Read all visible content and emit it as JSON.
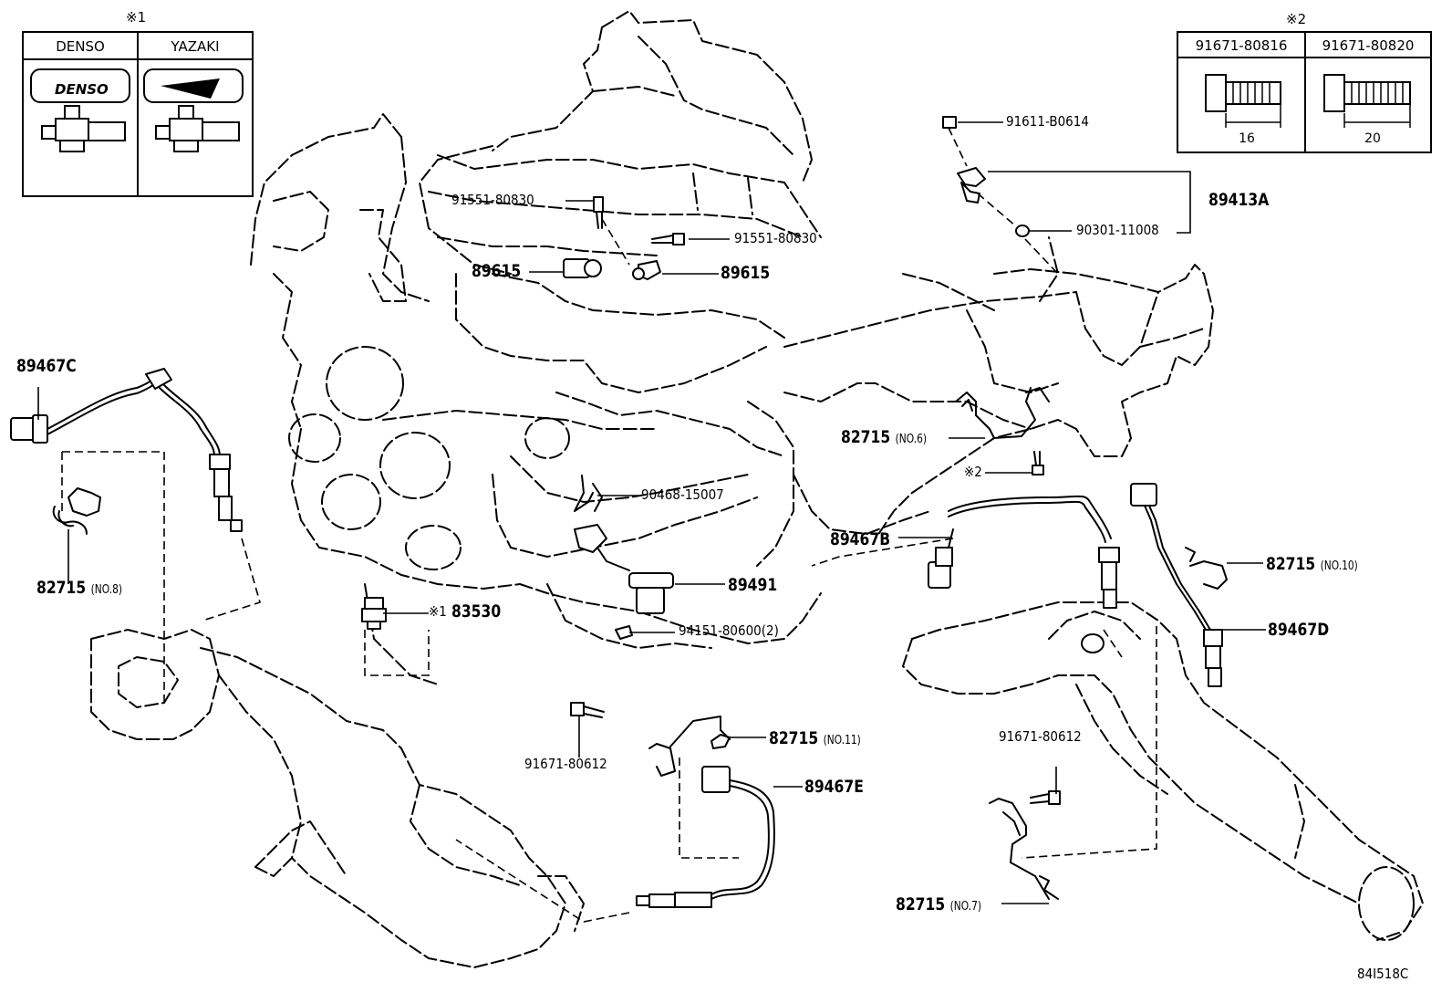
{
  "diagram_code": "84I518C",
  "note1": {
    "mark": "※1",
    "columns": [
      "DENSO",
      "YAZAKI"
    ],
    "badge_text": "DENSO"
  },
  "note2": {
    "mark": "※2",
    "columns": [
      {
        "part": "91671-80816",
        "dimension": "16"
      },
      {
        "part": "91671-80820",
        "dimension": "20"
      }
    ]
  },
  "labels": {
    "p_91611_B0614": "91611-B0614",
    "p_89413A": "89413A",
    "p_90301_11008": "90301-11008",
    "p_91551_80830_a": "91551-80830",
    "p_91551_80830_b": "91551-80830",
    "p_89615_a": "89615",
    "p_89615_b": "89615",
    "p_89467C": "89467C",
    "p_82715_no6": "82715",
    "p_82715_no6_sub": "(NO.6)",
    "p_note2_ref": "※2",
    "p_90468_15007": "90468-15007",
    "p_89467B": "89467B",
    "p_89491": "89491",
    "p_82715_no10": "82715",
    "p_82715_no10_sub": "(NO.10)",
    "p_82715_no8": "82715",
    "p_82715_no8_sub": "(NO.8)",
    "p_note1_ref": "※1",
    "p_83530": "83530",
    "p_94151_80600": "94151-80600(2)",
    "p_89467D": "89467D",
    "p_82715_no11": "82715",
    "p_82715_no11_sub": "(NO.11)",
    "p_91671_80612_a": "91671-80612",
    "p_91671_80612_b": "91671-80612",
    "p_89467E": "89467E",
    "p_82715_no7": "82715",
    "p_82715_no7_sub": "(NO.7)"
  }
}
